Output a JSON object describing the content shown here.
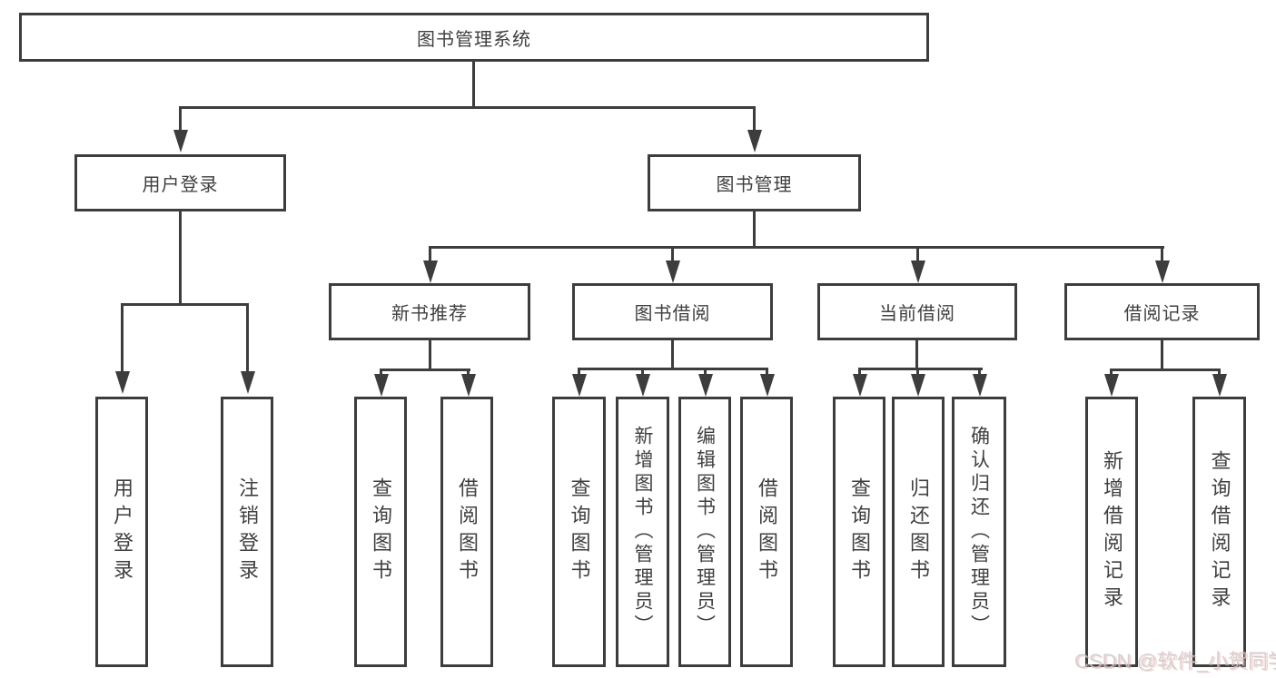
{
  "diagram": {
    "root": {
      "label": "图书管理系统"
    },
    "level2": [
      {
        "label": "用户登录"
      },
      {
        "label": "图书管理"
      }
    ],
    "level3": [
      {
        "label": "新书推荐"
      },
      {
        "label": "图书借阅"
      },
      {
        "label": "当前借阅"
      },
      {
        "label": "借阅记录"
      }
    ],
    "leaves": [
      {
        "label": "用户登录"
      },
      {
        "label": "注销登录"
      },
      {
        "label": "查询图书"
      },
      {
        "label": "借阅图书"
      },
      {
        "label": "查询图书"
      },
      {
        "label": "新增图书（管理员）"
      },
      {
        "label": "编辑图书（管理员）"
      },
      {
        "label": "借阅图书"
      },
      {
        "label": "查询图书"
      },
      {
        "label": "归还图书"
      },
      {
        "label": "确认归还（管理员）"
      },
      {
        "label": "新增借阅记录"
      },
      {
        "label": "查询借阅记录"
      }
    ]
  },
  "watermark": {
    "text": "CSDN @软件_小贺同学"
  },
  "colors": {
    "line": "#3d3d3d",
    "text": "#3f3f3f",
    "background": "#ffffff",
    "watermark": "#cbcbcb"
  }
}
